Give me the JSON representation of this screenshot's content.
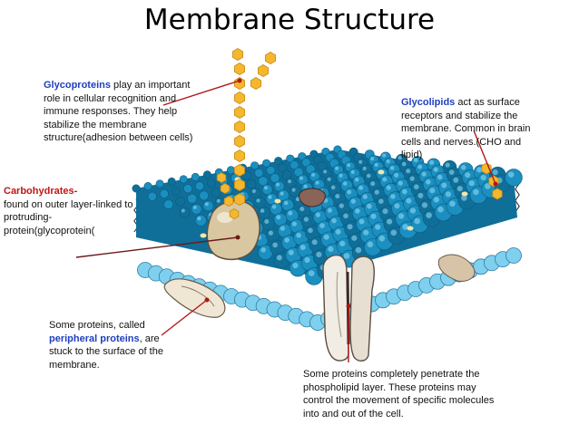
{
  "title": "Membrane Structure",
  "labels": {
    "glycoproteins": {
      "keyword": "Glycoproteins",
      "text": " play an important role in cellular recognition and immune responses. They help stabilize the membrane structure(adhesion between cells)"
    },
    "glycolipids": {
      "keyword": "Glycolipids",
      "text": " act as surface receptors and stabilize the membrane. Common in brain cells and nerves.(CHO and lipid)"
    },
    "carbohydrates": {
      "keyword": "Carbohydrates-",
      "text": "found on outer layer-linked to protruding-protein(glycoprotein("
    },
    "peripheral": {
      "text1": "Some proteins, called ",
      "keyword": "peripheral proteins",
      "text2": ", are stuck to the surface of the membrane."
    },
    "integral": {
      "text": "Some proteins completely penetrate the phospholipid layer. These proteins may control the movement of specific molecules into and out of the cell."
    }
  },
  "colors": {
    "head_blue": "#1a8fc0",
    "head_dark": "#0f6f99",
    "head_light": "#7fd0ee",
    "tail": "#222222",
    "sugar": "#f5b72e",
    "protein_tan": "#c9b28a",
    "protein_brown": "#8a6a5a",
    "pointer_red": "#b01818",
    "keyword_blue": "#1f3fbf"
  },
  "icons": [
    "sugar-hexagon-icon",
    "phospholipid-head-icon",
    "globular-protein-icon",
    "channel-protein-icon"
  ]
}
